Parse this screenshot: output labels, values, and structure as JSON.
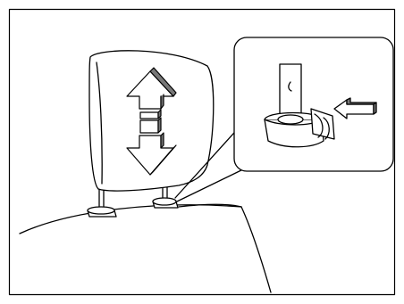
{
  "figure": {
    "subject": "headrest-height-adjustment",
    "main_view": [
      "seat-top",
      "headrest",
      "support-stays",
      "up-arrow",
      "down-arrow"
    ],
    "inset_view": [
      "headrest-stay",
      "stay-bushing",
      "lock-release-button",
      "push-arrow"
    ],
    "colors": {
      "line": "#000000",
      "background": "#ffffff"
    }
  }
}
